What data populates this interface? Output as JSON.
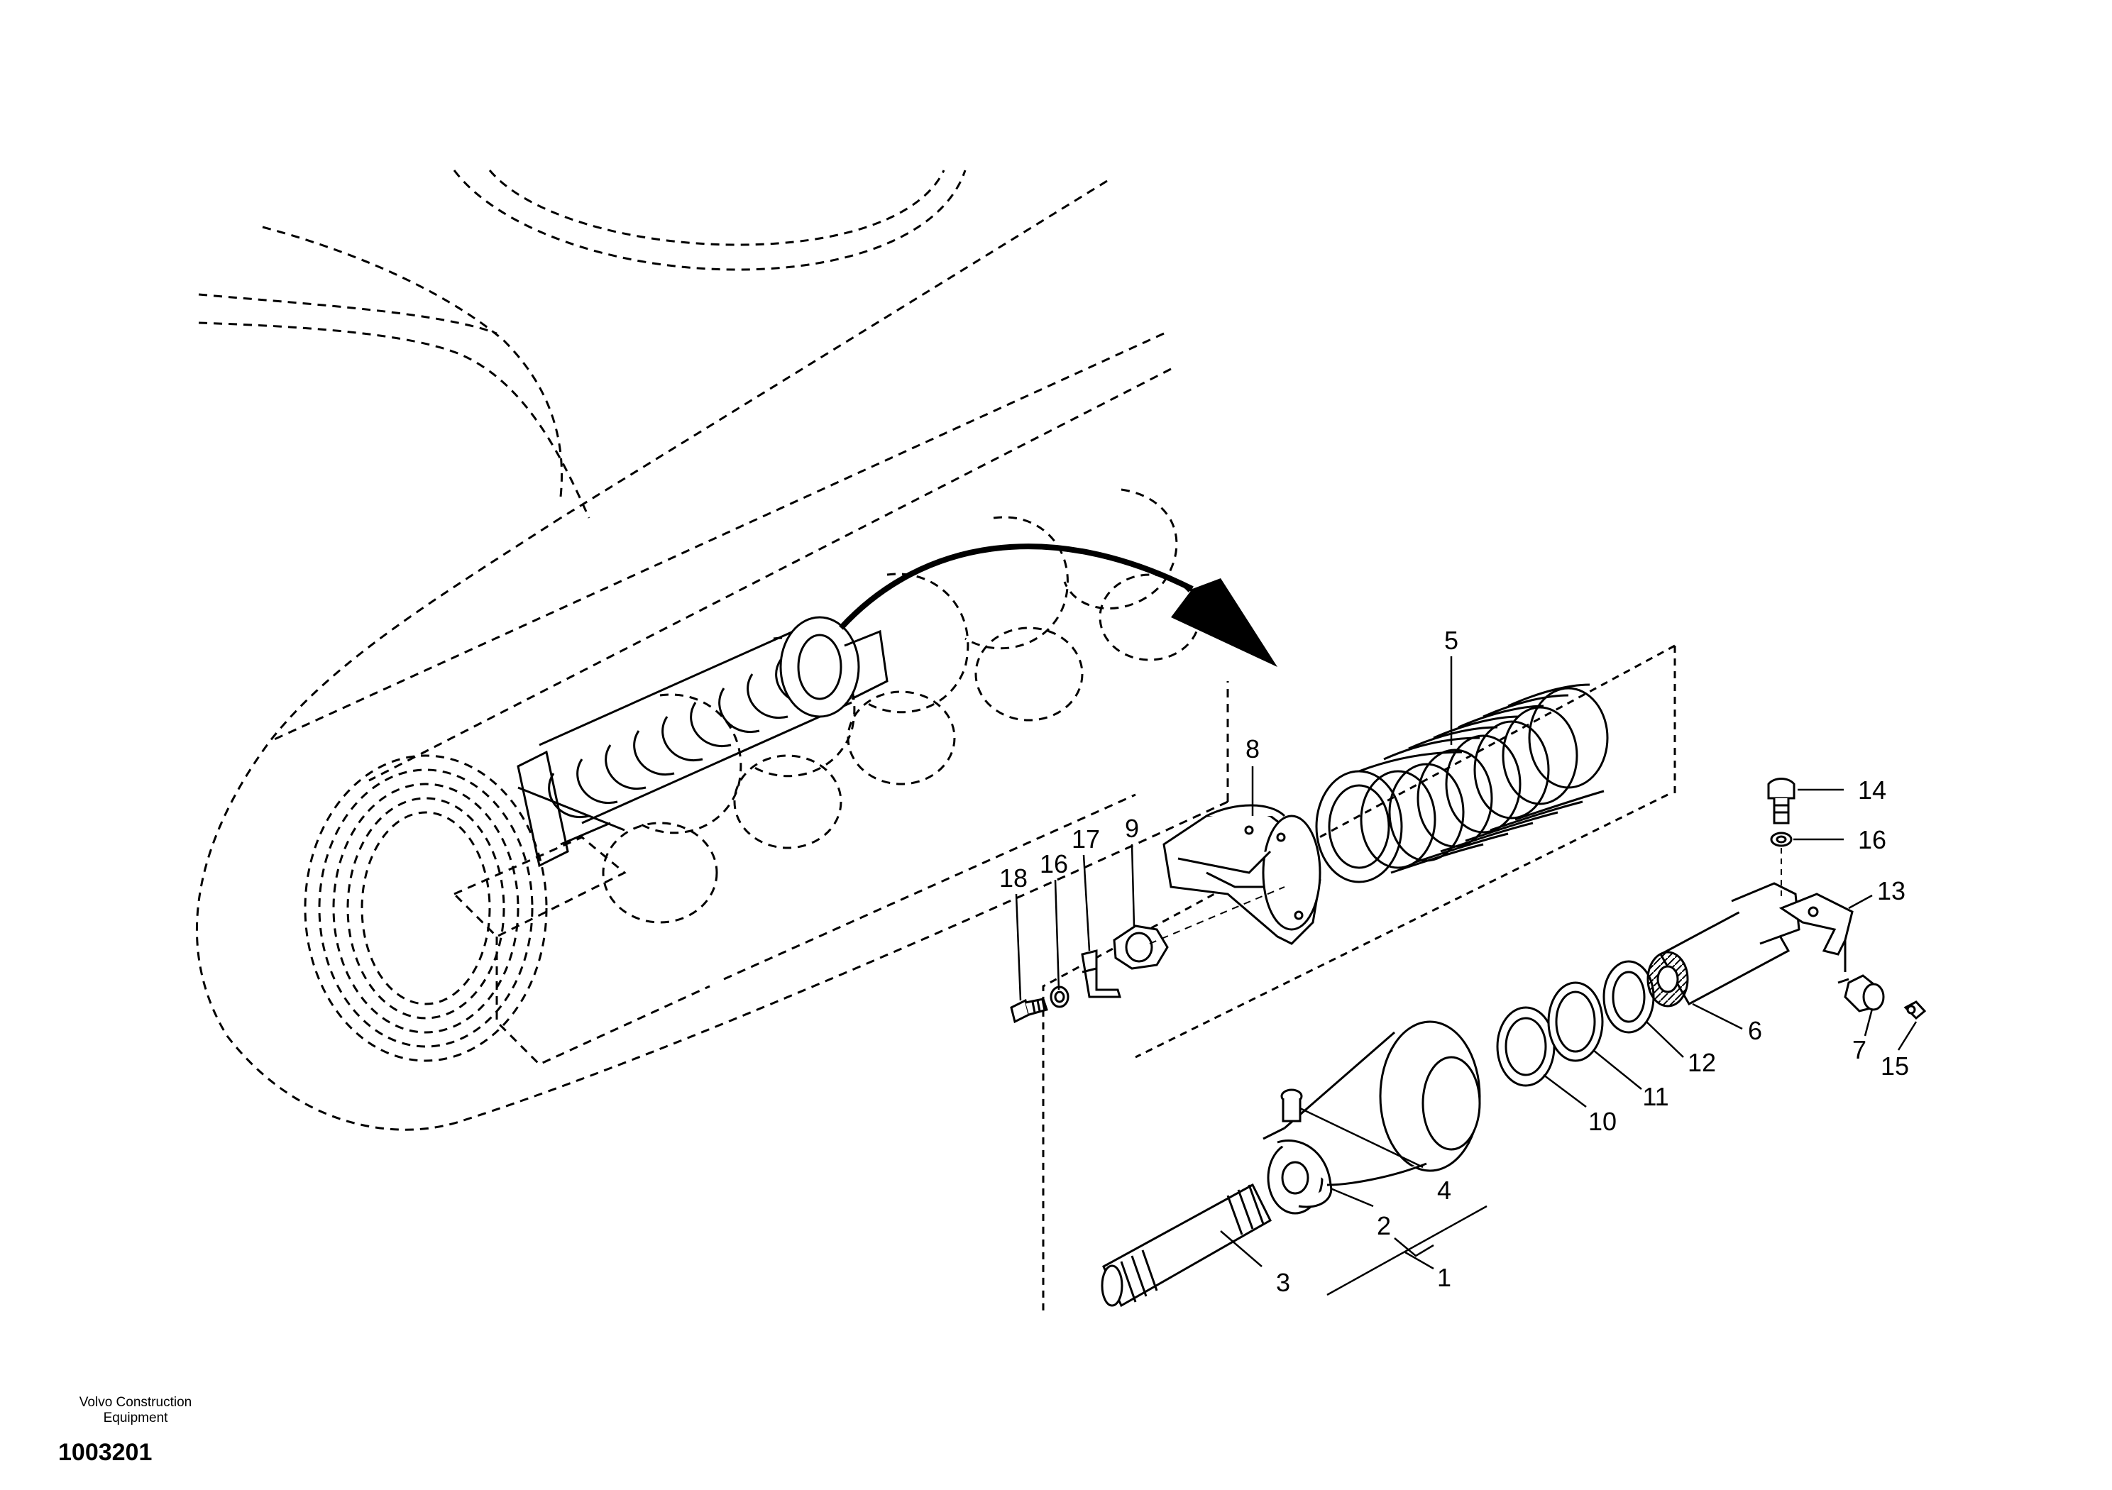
{
  "callouts": {
    "c1": "1",
    "c2": "2",
    "c3": "3",
    "c4": "4",
    "c5": "5",
    "c6": "6",
    "c7": "7",
    "c8": "8",
    "c9": "9",
    "c10": "10",
    "c11": "11",
    "c12": "12",
    "c13": "13",
    "c14": "14",
    "c15": "15",
    "c16a": "16",
    "c16b": "16",
    "c17": "17",
    "c18": "18"
  },
  "footer": {
    "company_line1": "Volvo Construction",
    "company_line2": "Equipment",
    "drawing_number": "1003201"
  }
}
